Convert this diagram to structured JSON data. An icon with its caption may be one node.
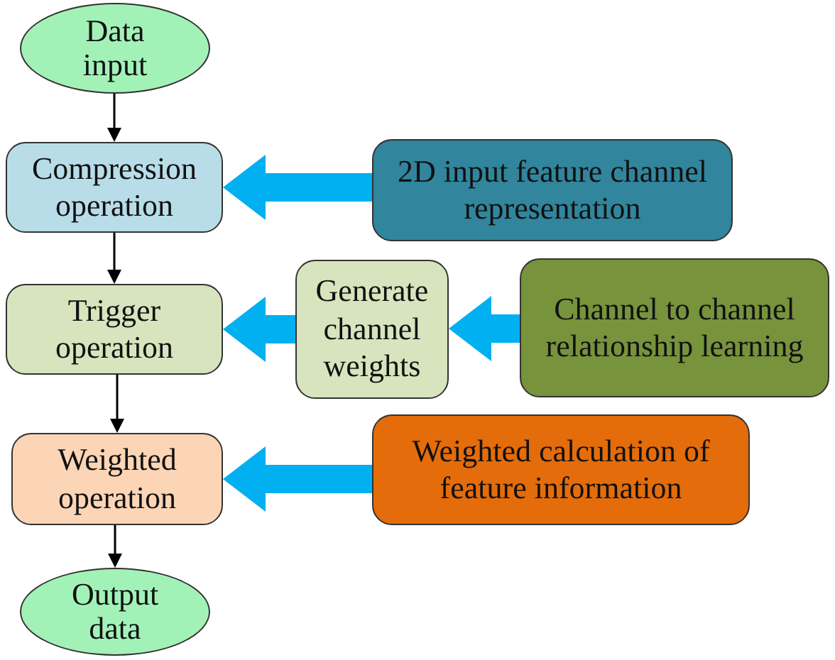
{
  "diagram": {
    "nodes": [
      {
        "text": [
          "Data input"
        ]
      },
      {
        "text": [
          "Compression operation"
        ]
      },
      {
        "text": [
          "2D input feature channel representation"
        ]
      },
      {
        "text": [
          "Trigger operation"
        ]
      },
      {
        "text": [
          "Generate channel weights"
        ]
      },
      {
        "text": [
          "Channel to channel relationship learning"
        ]
      },
      {
        "text": [
          "Weighted operation"
        ]
      },
      {
        "text": [
          "Weighted calculation of feature information"
        ]
      },
      {
        "text": [
          "Output data"
        ]
      }
    ],
    "edges": [
      {
        "from": 0,
        "to": 1,
        "arrow": "to"
      },
      {
        "from": 2,
        "to": 1,
        "arrow": "to",
        "style": "thick",
        "color": "#00b0f0"
      },
      {
        "from": 1,
        "to": 3,
        "arrow": "to"
      },
      {
        "from": 5,
        "to": 4,
        "arrow": "to",
        "style": "thick",
        "color": "#00b0f0"
      },
      {
        "from": 4,
        "to": 3,
        "arrow": "to",
        "style": "thick",
        "color": "#00b0f0"
      },
      {
        "from": 3,
        "to": 6,
        "arrow": "to"
      },
      {
        "from": 7,
        "to": 6,
        "arrow": "to",
        "style": "thick",
        "color": "#00b0f0"
      },
      {
        "from": 6,
        "to": 8,
        "arrow": "to"
      }
    ]
  }
}
